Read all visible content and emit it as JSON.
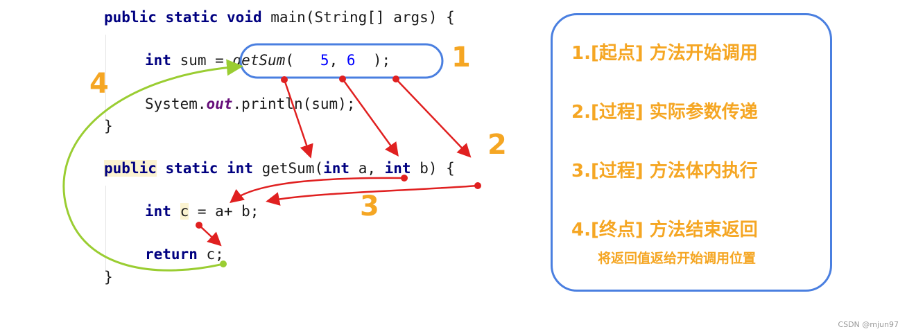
{
  "code": {
    "main_sig": {
      "kw1": "public",
      "kw2": "static",
      "kw3": "void",
      "rest": " main(String[] args) {"
    },
    "call_line": {
      "type": "int",
      "assign": " sum = ",
      "method": "getSum",
      "open": "( ",
      "arg1": "5",
      "comma": ", ",
      "arg2": "6",
      "close": " );"
    },
    "print_line": {
      "prefix": "System.",
      "field": "out",
      "suffix": ".println(sum);"
    },
    "close_main": "}",
    "method_sig": {
      "kw1": "public",
      "kw2": "static",
      "kw3": "int",
      "name": " getSum(",
      "ptype1": "int",
      "p1": " a, ",
      "ptype2": "int",
      "p2": " b) {"
    },
    "body_line": {
      "type": "int",
      "var": "c",
      "rest": " = a+ b;"
    },
    "return_line": {
      "kw": "return",
      "rest": " c;"
    },
    "close_method": "}"
  },
  "markers": {
    "m1": "1",
    "m2": "2",
    "m3": "3",
    "m4": "4"
  },
  "panel": {
    "step1": "1.[起点] 方法开始调用",
    "step2": "2.[过程] 实际参数传递",
    "step3": "3.[过程] 方法体内执行",
    "step4": "4.[终点] 方法结束返回",
    "step4_note": "将返回值返给开始调用位置"
  },
  "colors": {
    "accent": "#f5a623",
    "panel_border": "#4a7fe0",
    "arrow_red": "#e02020",
    "arrow_green": "#9acd32",
    "keyword": "#000080"
  },
  "watermark": "CSDN @mjun97"
}
